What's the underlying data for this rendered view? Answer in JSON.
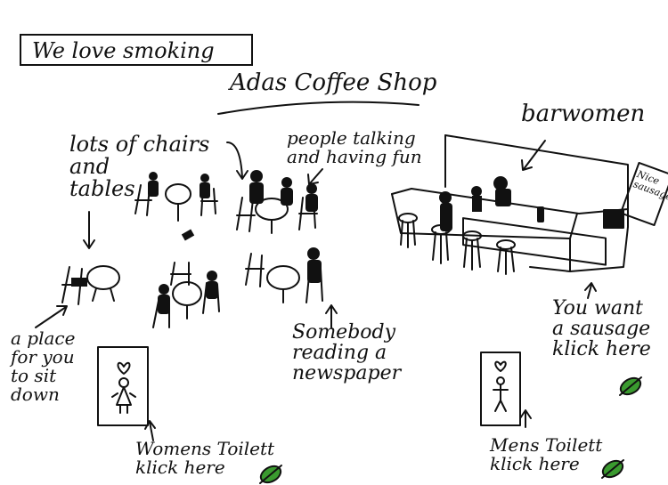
{
  "sign": {
    "text": "We love smoking"
  },
  "title": {
    "text": "Adas Coffee Shop"
  },
  "labels": {
    "chairs_tables": [
      "lots of chairs",
      "and",
      "tables"
    ],
    "people_talking": [
      "people talking",
      "and having fun"
    ],
    "barwomen": "barwomen",
    "place_sit": [
      "a place",
      "for you",
      "to sit",
      "down"
    ],
    "somebody_reading": [
      "Somebody",
      "reading a",
      "newspaper"
    ],
    "sausage_sign": [
      "Nice",
      "sausages"
    ]
  },
  "links": {
    "sausage": [
      "You want",
      "a sausage",
      "klick here"
    ],
    "womens_toilet": [
      "Womens Toilett",
      "klick here"
    ],
    "mens_toilet": [
      "Mens Toilett",
      "klick here"
    ]
  },
  "colors": {
    "ink": "#111111",
    "leaf_green": "#3a9a2f"
  },
  "icons": [
    "heart-icon",
    "woman-figure-icon",
    "man-figure-icon",
    "leaf-icon",
    "arrow-icon"
  ]
}
